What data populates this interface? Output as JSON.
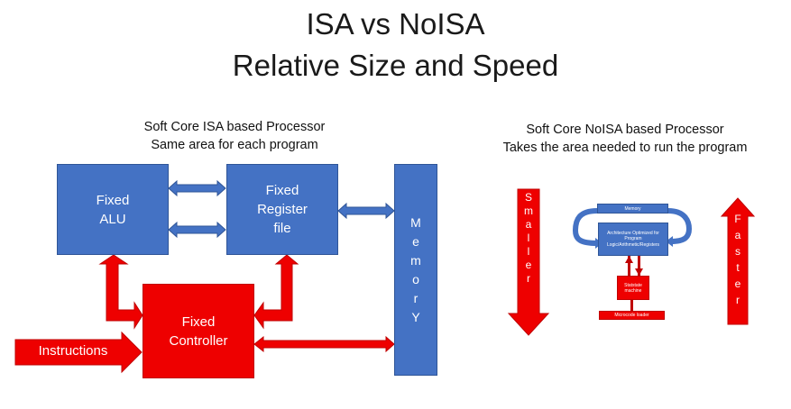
{
  "title": {
    "line1": "ISA vs NoISA",
    "line2": "Relative Size and Speed"
  },
  "left": {
    "caption_line1": "Soft Core ISA based Processor",
    "caption_line2": "Same area for each program",
    "alu": [
      "Fixed",
      "ALU"
    ],
    "register_file": [
      "Fixed",
      "Register",
      "file"
    ],
    "controller": [
      "Fixed",
      "Controller"
    ],
    "memory_letters": [
      "M",
      "e",
      "m",
      "o",
      "r",
      "Y"
    ],
    "instructions_label": "Instructions"
  },
  "right": {
    "caption_line1": "Soft Core NoISA based Processor",
    "caption_line2": "Takes the area needed to run the program",
    "smaller_letters": [
      "S",
      "m",
      "a",
      "l",
      "l",
      "e",
      "r"
    ],
    "faster_letters": [
      "F",
      "a",
      "s",
      "t",
      "e",
      "r"
    ],
    "memory_label": "Memory",
    "arch_lines": [
      "Architecture Optimized for",
      "Program",
      "Logic/Arithmetic/Registers"
    ],
    "state_machine_lines": [
      "Statstate",
      "machine"
    ],
    "microcode_label": "Microcode loader"
  },
  "colors": {
    "blue": "#4472C4",
    "blue_border": "#2F5597",
    "red": "#EE0000",
    "red_border": "#C00000"
  }
}
